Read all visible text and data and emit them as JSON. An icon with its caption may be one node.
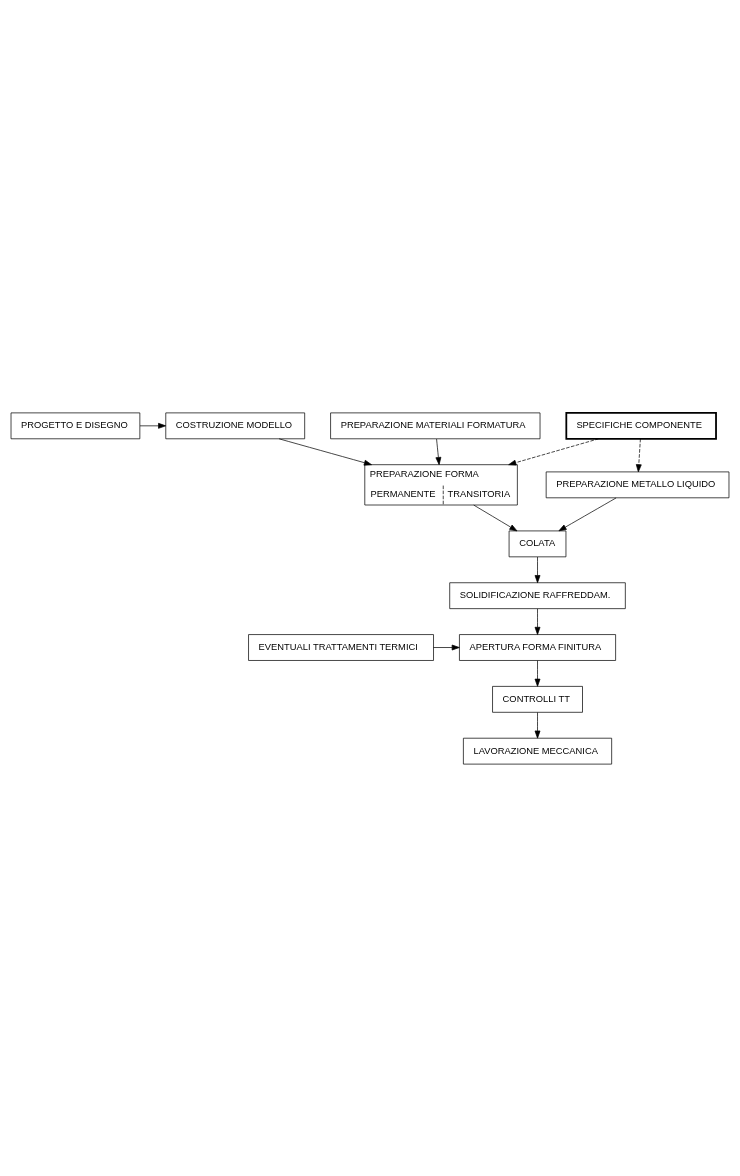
{
  "diagram": {
    "nodes": [
      {
        "text": [
          "PROGETTO E DISEGNO"
        ]
      },
      {
        "text": [
          "COSTRUZIONE MODELLO"
        ]
      },
      {
        "text": [
          "PREPARAZIONE MATERIALI FORMATURA"
        ]
      },
      {
        "text": [
          "SPECIFICHE COMPONENTE"
        ]
      },
      {
        "text": [
          "PREPARAZIONE FORMA",
          "PERMANENTE",
          "TRANSITORIA"
        ]
      },
      {
        "text": [
          "PREPARAZIONE METALLO LIQUIDO"
        ]
      },
      {
        "text": [
          "COLATA"
        ]
      },
      {
        "text": [
          "SOLIDIFICAZIONE RAFFREDDAM."
        ]
      },
      {
        "text": [
          "EVENTUALI TRATTAMENTI TERMICI"
        ]
      },
      {
        "text": [
          "APERTURA FORMA FINITURA"
        ]
      },
      {
        "text": [
          "CONTROLLI TT"
        ]
      },
      {
        "text": [
          "LAVORAZIONE MECCANICA"
        ]
      }
    ],
    "edges": [
      {
        "from": 0,
        "to": 1,
        "arrow": "to"
      },
      {
        "from": 1,
        "to": 4,
        "arrow": "to"
      },
      {
        "from": 2,
        "to": 4,
        "arrow": "to"
      },
      {
        "from": 3,
        "to": 4,
        "arrow": "to",
        "style": "dashed"
      },
      {
        "from": 3,
        "to": 5,
        "arrow": "to",
        "style": "dashed"
      },
      {
        "from": 4,
        "to": 6,
        "arrow": "to"
      },
      {
        "from": 5,
        "to": 6,
        "arrow": "to"
      },
      {
        "from": 6,
        "to": 7,
        "arrow": "to"
      },
      {
        "from": 7,
        "to": 9,
        "arrow": "to"
      },
      {
        "from": 8,
        "to": 9,
        "arrow": "to"
      },
      {
        "from": 9,
        "to": 10,
        "arrow": "to"
      },
      {
        "from": 10,
        "to": 11,
        "arrow": "to"
      }
    ]
  }
}
